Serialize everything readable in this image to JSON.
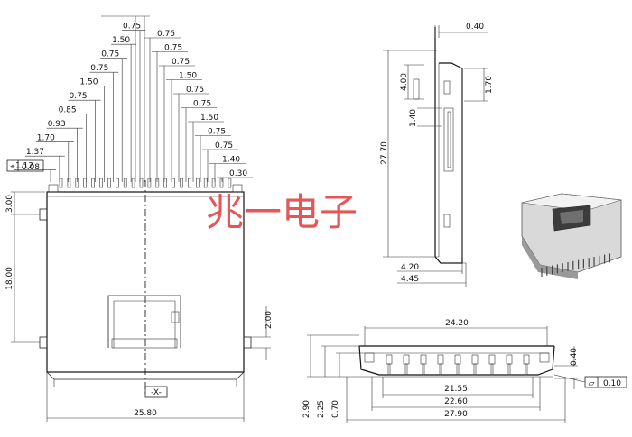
{
  "watermark": "兆一电子",
  "colors": {
    "watermark": "#e03a3a",
    "line": "#222222"
  },
  "top_view": {
    "left_labels": [
      "1.12",
      "1.37",
      "1.70",
      "0.93",
      "0.85",
      "0.75",
      "1.50",
      "0.75",
      "0.75",
      "1.50",
      "0.75"
    ],
    "right_labels": [
      "0.75",
      "0.75",
      "0.75",
      "1.50",
      "0.75",
      "0.75",
      "1.50",
      "0.75",
      "0.75",
      "1.40",
      "0.30"
    ],
    "tolerance_symbol": "⌖",
    "tolerance_value": "0.08",
    "dim_left_small": "3.00",
    "dim_left_large": "18.00",
    "dim_right": "2.00",
    "dim_bottom": "25.80",
    "datum": "-X-"
  },
  "side_view": {
    "top": "0.40",
    "upper_left": "4.00",
    "upper_right": "1.70",
    "mid": "1.40",
    "height": "27.70",
    "bottom_1": "4.20",
    "bottom_2": "4.45"
  },
  "front_view": {
    "width_top": "24.20",
    "right": "0.40",
    "inner_1": "21.55",
    "inner_2": "22.60",
    "overall": "27.90",
    "h1": "2.90",
    "h2": "2.25",
    "h3": "0.70",
    "flatness_symbol": "⏥",
    "flatness_value": "0.10"
  }
}
